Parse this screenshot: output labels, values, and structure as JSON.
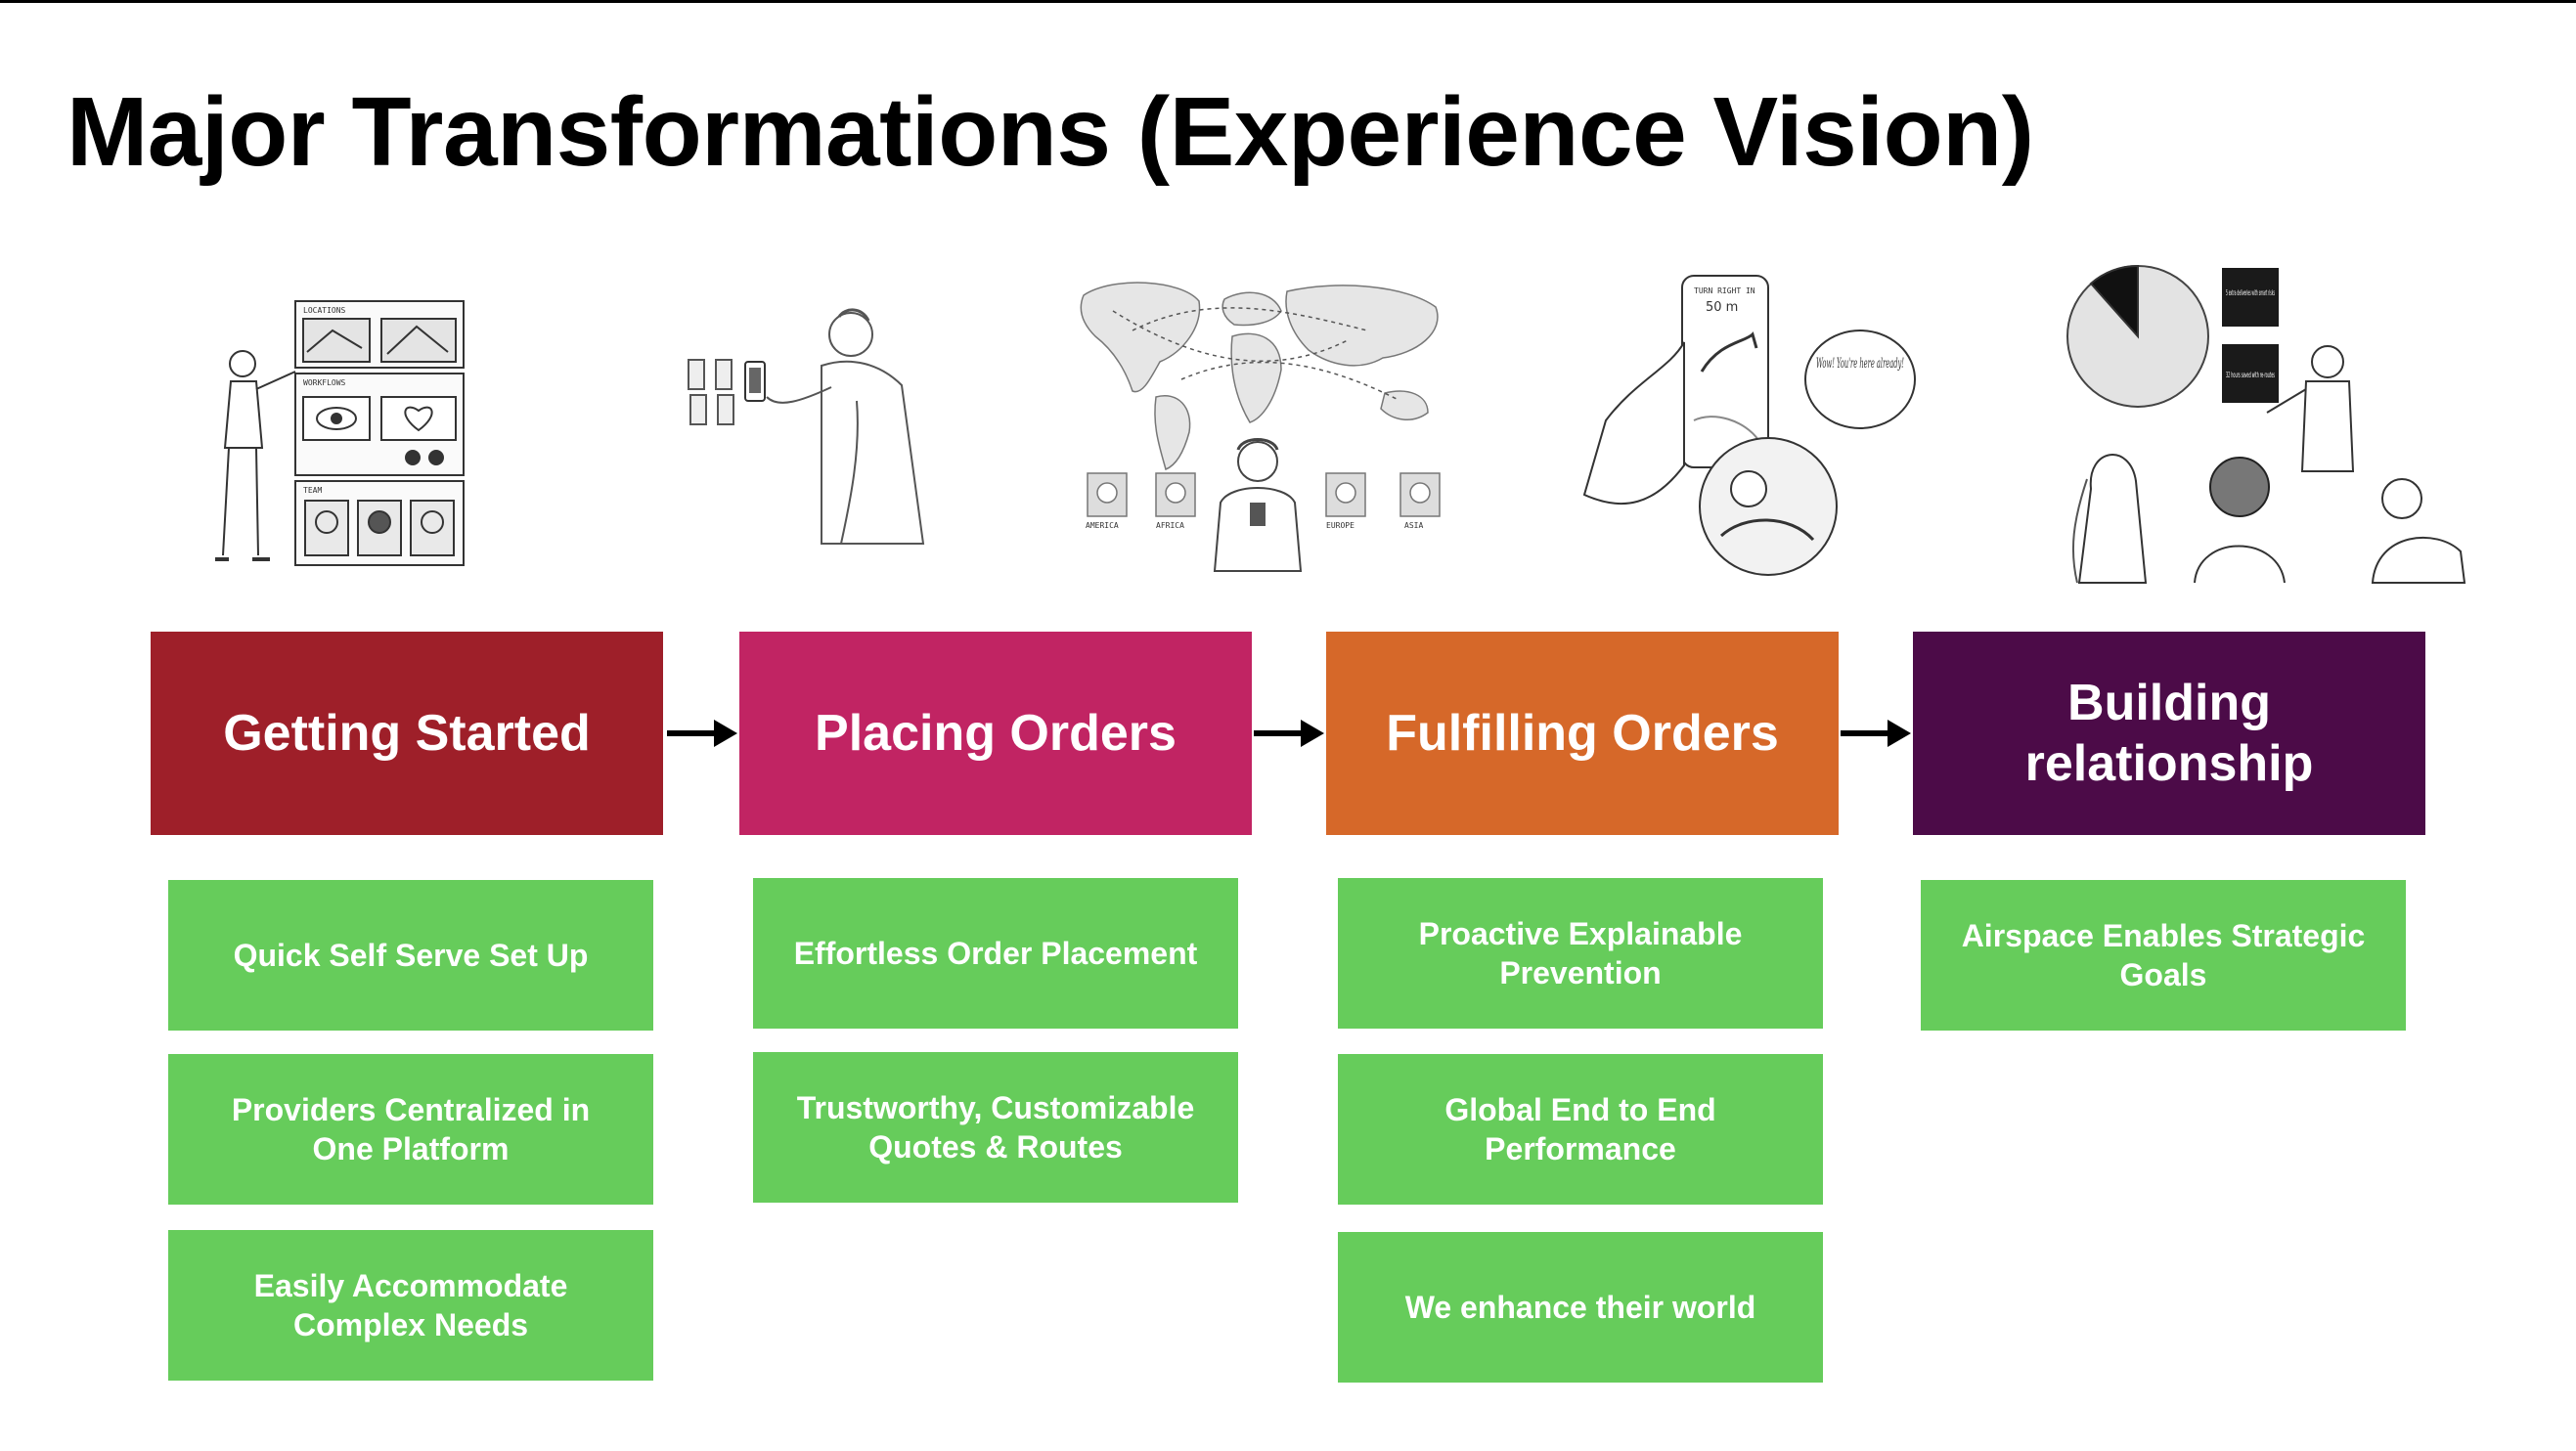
{
  "title": "Major Transformations (Experience Vision)",
  "colors": {
    "getting_started": "#9e1f29",
    "placing_orders": "#c12463",
    "fulfilling_orders": "#d66829",
    "building_relationship": "#4c0b48",
    "outcome_card": "#66cc5b"
  },
  "illustrations": {
    "getting_started": {
      "panel_labels": [
        "LOCATIONS",
        "WORKFLOWS",
        "TEAM"
      ]
    },
    "placing_orders": {},
    "fulfilling_orders_map": {
      "region_labels": [
        "AMERICA",
        "AFRICA",
        "EUROPE",
        "ASIA"
      ]
    },
    "fulfilling_phone": {
      "screen_text": [
        "TURN RIGHT IN",
        "50 m"
      ],
      "speech": "Wow! You're here already!"
    },
    "relationship": {
      "notes": [
        "5 extra deliveries with smart risks",
        "32 hours saved with re-routes"
      ]
    }
  },
  "stages": [
    {
      "label": "Getting Started",
      "outcomes": [
        "Quick Self Serve Set Up",
        "Providers Centralized in One Platform",
        "Easily Accommodate Complex Needs"
      ]
    },
    {
      "label": "Placing Orders",
      "outcomes": [
        "Effortless Order Placement",
        "Trustworthy, Customizable Quotes & Routes"
      ]
    },
    {
      "label": "Fulfilling Orders",
      "outcomes": [
        "Proactive Explainable Prevention",
        "Global End to End Performance",
        "We enhance their world"
      ]
    },
    {
      "label": "Building\nrelationship",
      "outcomes": [
        "Airspace Enables Strategic Goals"
      ]
    }
  ]
}
